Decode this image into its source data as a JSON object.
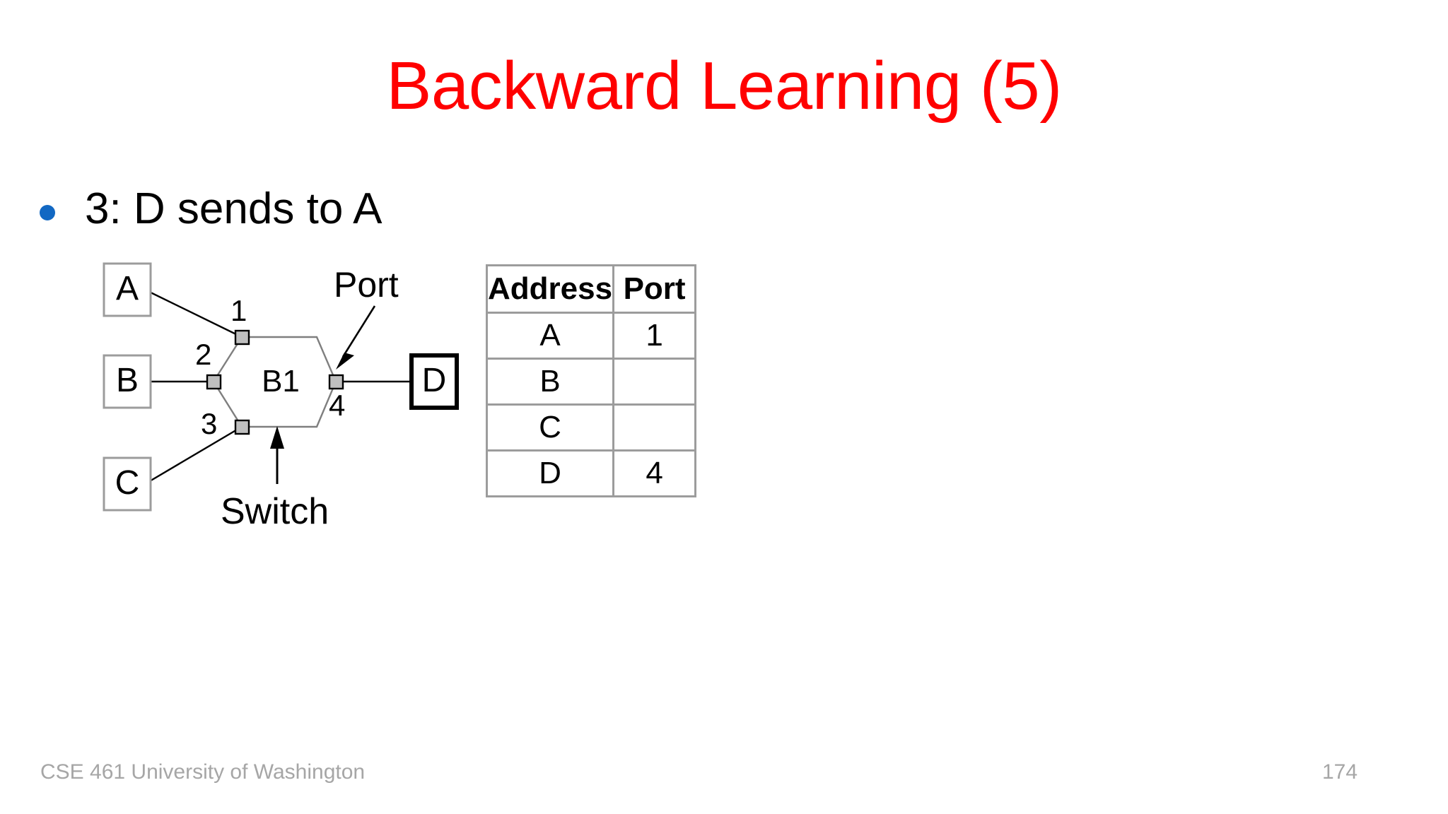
{
  "slide": {
    "title": "Backward Learning (5)",
    "title_color": "#FF0000",
    "bullet": {
      "marker_color": "#1268C3",
      "text": "3: D sends to A"
    }
  },
  "diagram": {
    "hosts": [
      {
        "id": "host-a",
        "label": "A"
      },
      {
        "id": "host-b",
        "label": "B"
      },
      {
        "id": "host-c",
        "label": "C"
      },
      {
        "id": "host-d",
        "label": "D"
      }
    ],
    "switch": {
      "label": "B1",
      "caption": "Switch",
      "port_callout": "Port",
      "ports": [
        {
          "number": "1"
        },
        {
          "number": "2"
        },
        {
          "number": "3"
        },
        {
          "number": "4"
        }
      ]
    }
  },
  "table": {
    "headers": [
      "Address",
      "Port"
    ],
    "rows": [
      {
        "address": "A",
        "port": "1"
      },
      {
        "address": "B",
        "port": ""
      },
      {
        "address": "C",
        "port": ""
      },
      {
        "address": "D",
        "port": "4"
      }
    ]
  },
  "footer": {
    "course": "CSE 461 University of Washington",
    "page": "174"
  }
}
